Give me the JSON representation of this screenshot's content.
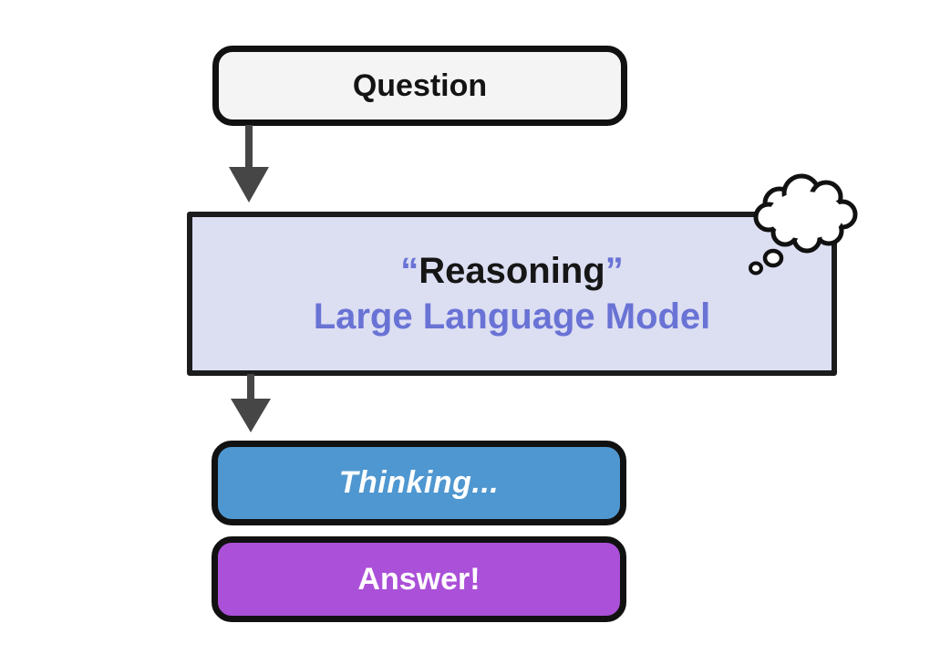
{
  "flow": {
    "question": {
      "label": "Question",
      "fill": "#f4f4f5",
      "text_color": "#141414"
    },
    "llm": {
      "quote_open": "“",
      "title": "Reasoning",
      "quote_close": "”",
      "subtitle": "Large Language Model",
      "fill": "#dcdef2",
      "title_color": "#161616",
      "accent_color": "#6973d5"
    },
    "thinking": {
      "label": "Thinking...",
      "fill": "#4f97d0",
      "text_color": "#ffffff"
    },
    "answer": {
      "label": "Answer!",
      "fill": "#ab50d8",
      "text_color": "#ffffff"
    },
    "arrow_color": "#464646",
    "thought_bubble": {
      "fill": "#ffffff",
      "stroke": "#111111"
    }
  }
}
